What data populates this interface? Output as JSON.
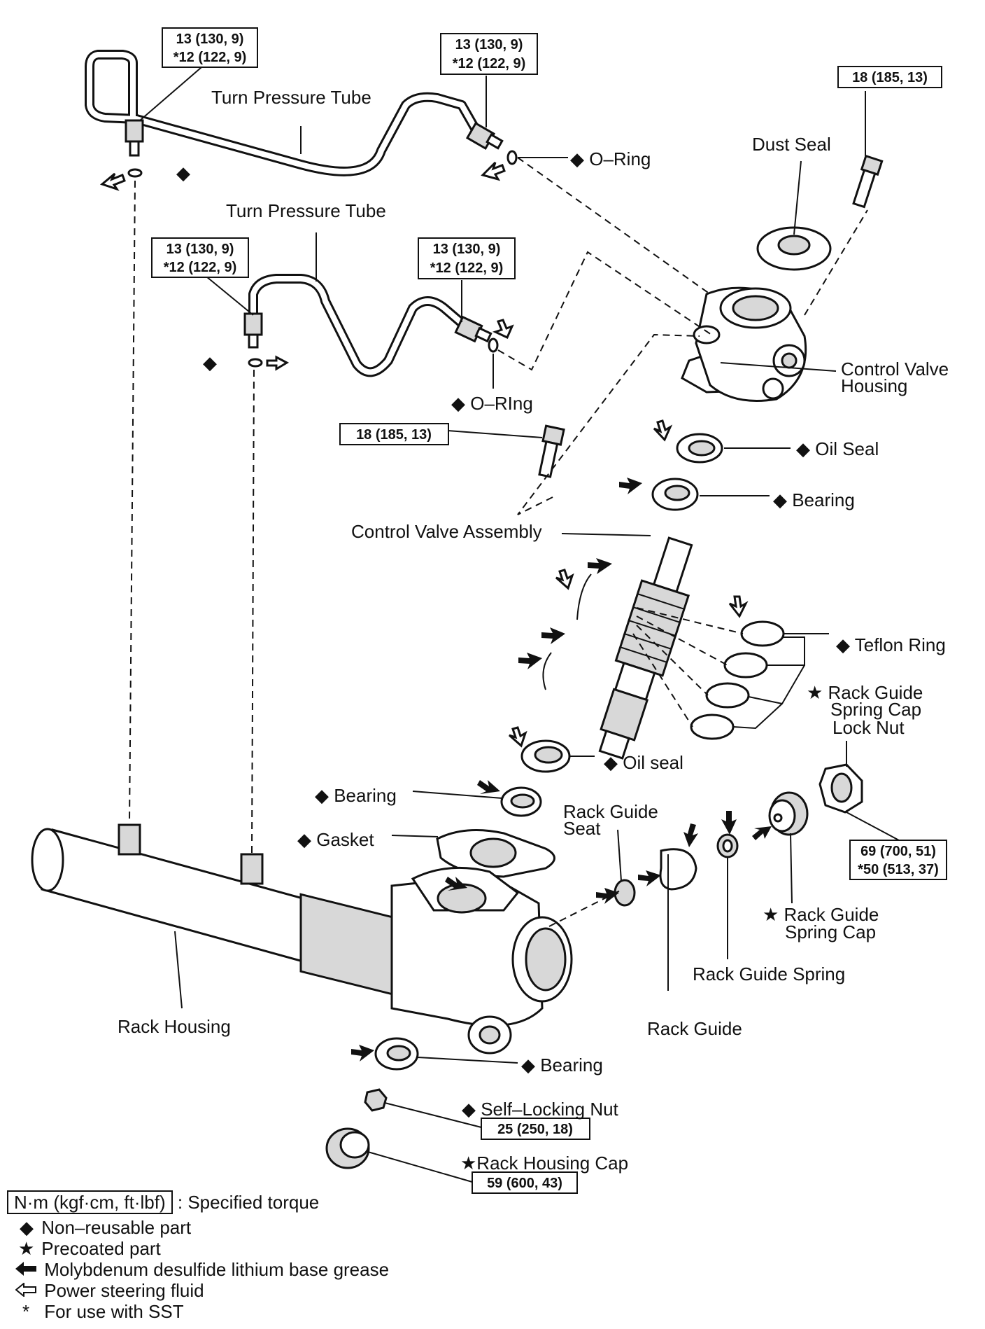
{
  "labels": {
    "turn_pressure_tube_1": "Turn Pressure Tube",
    "turn_pressure_tube_2": "Turn Pressure Tube",
    "o_ring_1": "◆ O–Ring",
    "o_ring_2": "◆ O–RIng",
    "dust_seal": "Dust Seal",
    "control_valve_housing_1": "Control Valve",
    "control_valve_housing_2": "Housing",
    "oil_seal_1": "◆ Oil Seal",
    "bearing_1": "◆ Bearing",
    "control_valve_assembly": "Control Valve Assembly",
    "teflon_ring": "◆ Teflon Ring",
    "rack_guide_lock_nut_1": "★ Rack Guide",
    "rack_guide_lock_nut_2": "Spring Cap",
    "rack_guide_lock_nut_3": "Lock Nut",
    "oil_seal_2": "◆ Oil seal",
    "bearing_2": "◆ Bearing",
    "gasket": "◆ Gasket",
    "rack_guide_seat_1": "Rack Guide",
    "rack_guide_seat_2": "Seat",
    "rack_guide_spring_cap_1": "★ Rack Guide",
    "rack_guide_spring_cap_2": "Spring Cap",
    "rack_guide_spring": "Rack Guide Spring",
    "rack_housing": "Rack Housing",
    "rack_guide": "Rack Guide",
    "bearing_3": "◆ Bearing",
    "self_locking_nut": "◆ Self–Locking Nut",
    "rack_housing_cap": "★Rack Housing Cap",
    "left_union_marker": "◆",
    "lower_union_marker": "◆"
  },
  "torques": {
    "tube1_left_a": "13 (130, 9)",
    "tube1_left_b": "*12 (122, 9)",
    "tube1_right_a": "13 (130, 9)",
    "tube1_right_b": "*12 (122, 9)",
    "housing_bolt": "18 (185, 13)",
    "tube2_left_a": "13 (130, 9)",
    "tube2_left_b": "*12 (122, 9)",
    "tube2_right_a": "13 (130, 9)",
    "tube2_right_b": "*12 (122, 9)",
    "valve_bolt": "18 (185, 13)",
    "lock_nut_a": "69 (700, 51)",
    "lock_nut_b": "*50 (513, 37)",
    "self_locking_nut": "25 (250, 18)",
    "rack_housing_cap": "59 (600, 43)"
  },
  "legend": {
    "torque_box": "N·m (kgf·cm, ft·lbf)",
    "torque_text": ": Specified torque",
    "non_reusable": "Non–reusable part",
    "precoated": "Precoated part",
    "moly_grease": "Molybdenum desulfide lithium base grease",
    "ps_fluid": "Power steering fluid",
    "sst": "For use with SST"
  }
}
